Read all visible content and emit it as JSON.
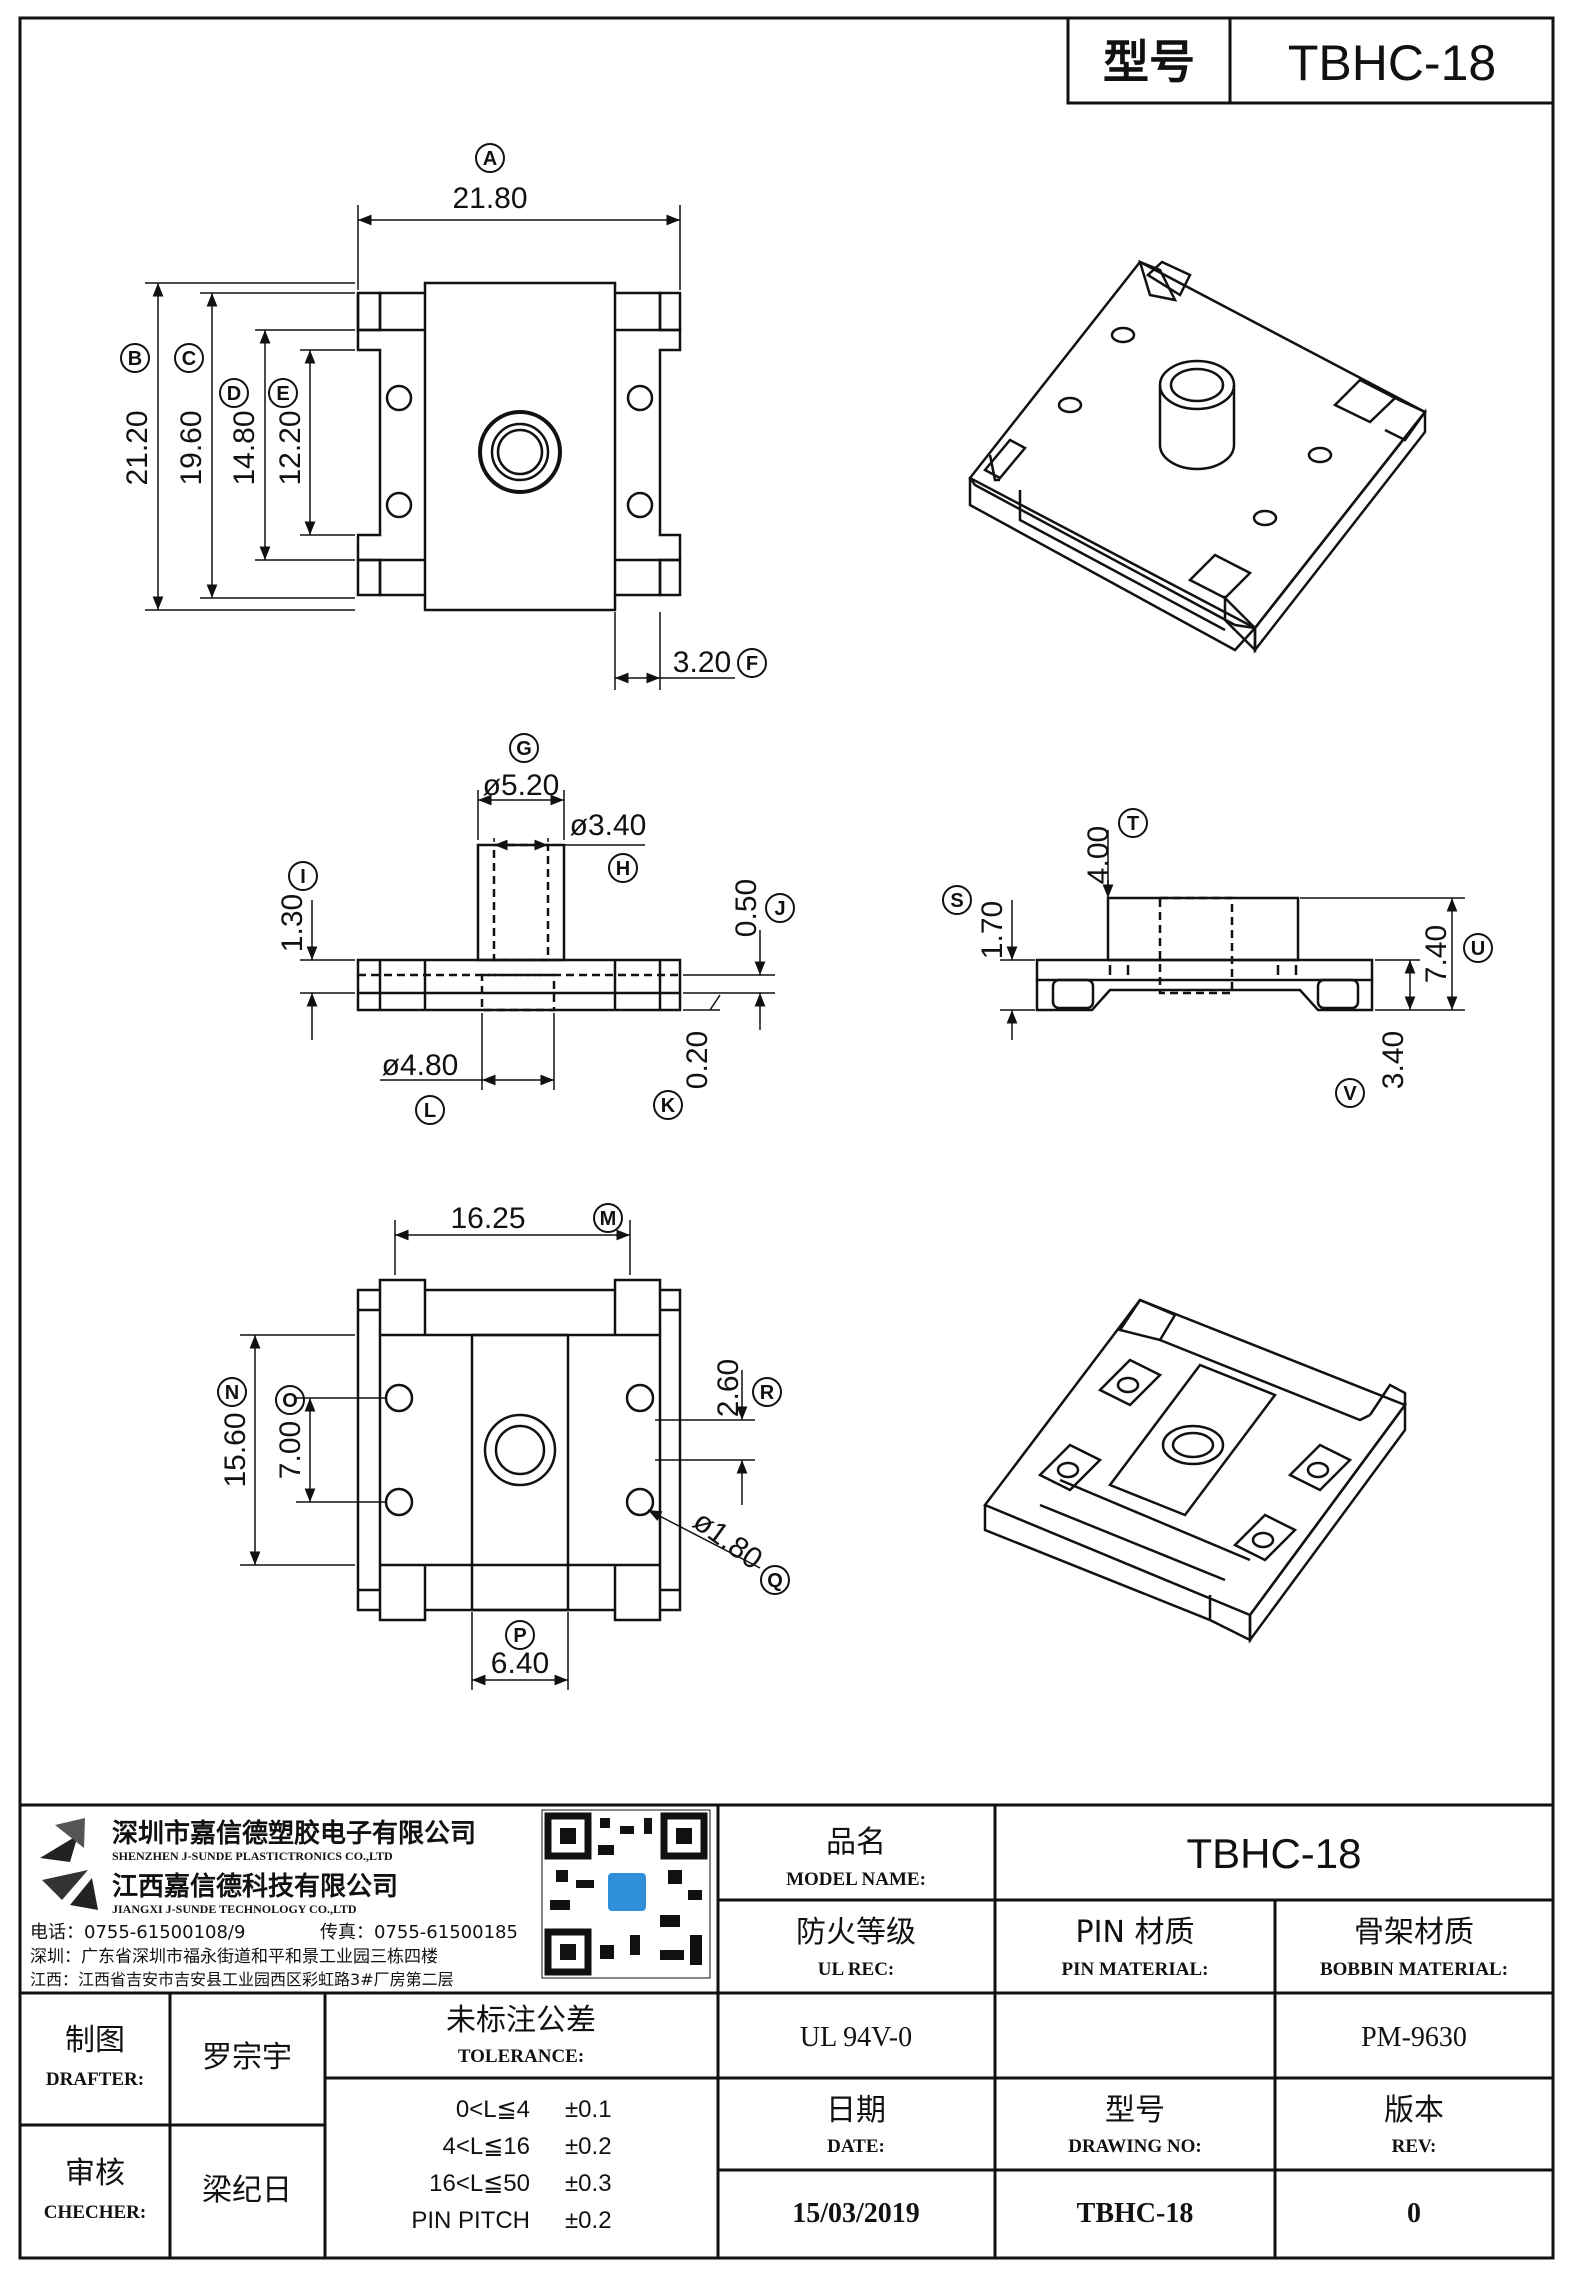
{
  "header": {
    "label": "型号",
    "model": "TBHC-18"
  },
  "views": {
    "top": {
      "dims": {
        "A": "21.80",
        "B": "21.20",
        "C": "19.60",
        "D": "14.80",
        "E": "12.20",
        "F": "3.20"
      }
    },
    "side": {
      "dims": {
        "G": "ø5.20",
        "H": "ø3.40",
        "I": "1.30",
        "J": "0.50",
        "K": "0.20",
        "L": "ø4.80"
      }
    },
    "front": {
      "dims": {
        "S": "1.70",
        "T": "4.00",
        "U": "7.40",
        "V": "3.40"
      }
    },
    "bottom": {
      "dims": {
        "M": "16.25",
        "N": "15.60",
        "O": "7.00",
        "R": "2.60",
        "Q": "ø1.80",
        "P": "6.40"
      }
    }
  },
  "title_block": {
    "company_cn": "深圳市嘉信德塑胶电子有限公司",
    "company_en": "SHENZHEN J-SUNDE PLASTICTRONICS CO.,LTD",
    "company2_cn": "江西嘉信德科技有限公司",
    "company2_en": "JIANGXI J-SUNDE TECHNOLOGY CO.,LTD",
    "tel_label": "电话：",
    "tel": "0755-61500108/9",
    "fax_label": "传真：",
    "fax": "0755-61500185",
    "addr1_label": "深圳：",
    "addr1": "广东省深圳市福永街道和平和景工业园三栋四楼",
    "addr2_label": "江西：",
    "addr2": "江西省吉安市吉安县工业园西区彩虹路3#厂房第二层",
    "model_name_cn": "品名",
    "model_name_en": "MODEL NAME:",
    "model_name_value": "TBHC-18",
    "ul_cn": "防火等级",
    "ul_en": "UL REC:",
    "ul_value": "UL 94V-0",
    "pin_cn": "PIN 材质",
    "pin_en": "PIN MATERIAL:",
    "pin_value": "",
    "bobbin_cn": "骨架材质",
    "bobbin_en": "BOBBIN MATERIAL:",
    "bobbin_value": "PM-9630",
    "drafter_cn": "制图",
    "drafter_en": "DRAFTER:",
    "drafter_name": "罗宗宇",
    "checker_cn": "审核",
    "checker_en": "CHECHER:",
    "checker_name": "梁纪日",
    "tolerance_cn": "未标注公差",
    "tolerance_en": "TOLERANCE:",
    "tolerances": [
      {
        "range": "0<L≦4",
        "value": "±0.1"
      },
      {
        "range": "4<L≦16",
        "value": "±0.2"
      },
      {
        "range": "16<L≦50",
        "value": "±0.3"
      },
      {
        "range": "PIN PITCH",
        "value": "±0.2"
      }
    ],
    "date_cn": "日期",
    "date_en": "DATE:",
    "date_value": "15/03/2019",
    "drawing_cn": "型号",
    "drawing_en": "DRAWING NO:",
    "drawing_value": "TBHC-18",
    "rev_cn": "版本",
    "rev_en": "REV:",
    "rev_value": "0"
  },
  "colors": {
    "ink": "#111111",
    "paper": "#ffffff",
    "qr_accent": "#2f8fd8"
  },
  "icons": {
    "logo": "j-sunde-logo",
    "qr": "qr-code"
  }
}
